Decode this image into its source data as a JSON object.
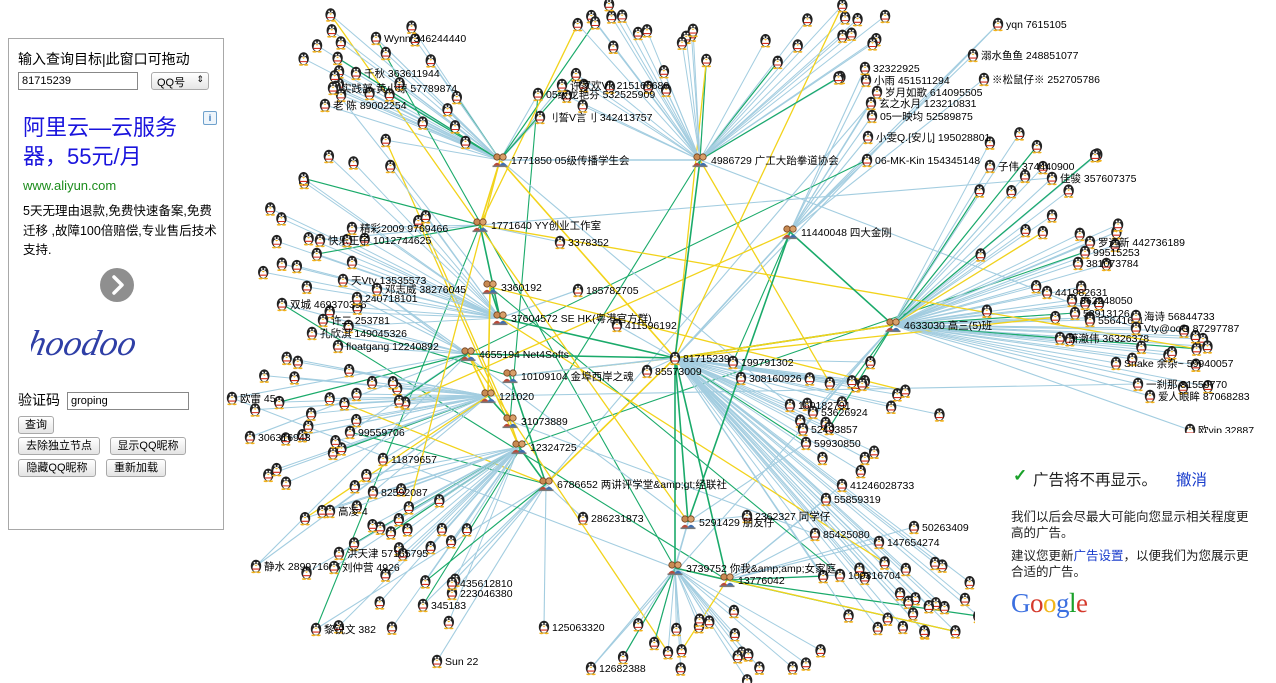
{
  "panel": {
    "title": "输入查询目标|此窗口可拖动",
    "qq_value": "81715239",
    "select_value": "QQ号",
    "captcha_label": "验证码",
    "captcha_value": "groping",
    "captcha_image_text": "hoodoo",
    "buttons": {
      "query": "查询",
      "remove_isolated": "去除独立节点",
      "show_nick": "显示QQ昵称",
      "hide_nick": "隐藏QQ昵称",
      "reload": "重新加载"
    }
  },
  "ad": {
    "title": "阿里云—云服务器，55元/月",
    "url": "www.aliyun.com",
    "description": "5天无理由退款,免费快速备案,免费迁移 ,故障100倍赔偿,专业售后技术支持."
  },
  "ad_closed": {
    "title": "广告将不再显示。",
    "undo": "撤消",
    "p1": "我们以后会尽最大可能向您显示相关程度更高的广告。",
    "p2_pre": "建议您更新",
    "p2_link": "广告设置",
    "p2_post": "，以便我们为您展示更合适的广告。",
    "google": "Google"
  },
  "graph": {
    "edge_colors": {
      "normal": "#a3cde0",
      "green": "#1aaa6a",
      "yellow": "#f2d31b"
    },
    "hubs": [
      {
        "label": "81715239"
      },
      {
        "label": "4986729 广工大跆拳道协会"
      },
      {
        "label": "1771850 05级传播学生会"
      },
      {
        "label": "4633030 高三(5)班"
      },
      {
        "label": "11440048 四大金刚"
      },
      {
        "label": "1771640 YY创业工作室"
      },
      {
        "label": "37604572 SE HK(粤港官方群)"
      },
      {
        "label": "4655194 Net4Softs"
      },
      {
        "label": "10109104 金埠西岸之魂"
      },
      {
        "label": "6786652 两讲评学堂&amp;gt;经联社"
      },
      {
        "label": "5291429 朋友仔"
      },
      {
        "label": "3739752 你我&amp;amp;女家庭"
      },
      {
        "label": "13776042"
      },
      {
        "label": "3360192"
      },
      {
        "label": "121020"
      },
      {
        "label": "31073889"
      },
      {
        "label": "12324725"
      }
    ],
    "people": [
      {
        "label": "yqn 7615105"
      },
      {
        "label": "※松鼠仔※ 252705786"
      },
      {
        "label": "溺水鱼鱼 248851077"
      },
      {
        "label": "05级龙艳芬 532525909"
      },
      {
        "label": "许家欢Vk 215166680"
      },
      {
        "label": "刂誓V言刂 342413757"
      },
      {
        "label": "实践部-黄小琼 57789874"
      },
      {
        "label": "老 陈 89002254"
      },
      {
        "label": "千秋 363611944"
      },
      {
        "label": "Wynn 346244440"
      },
      {
        "label": "岁月如歌 614095505"
      },
      {
        "label": "小雨 451511294"
      },
      {
        "label": "玄之水月 123210831"
      },
      {
        "label": "05一映均 52589875"
      },
      {
        "label": "小雯Q.[安儿] 195028801"
      },
      {
        "label": "06-MK-Kin 154345148"
      },
      {
        "label": "32322925"
      },
      {
        "label": "子伟 374440900"
      },
      {
        "label": "佳骏 357607375"
      },
      {
        "label": "362248050"
      },
      {
        "label": "441982631"
      },
      {
        "label": "53913126"
      },
      {
        "label": "55641611"
      },
      {
        "label": "海诗 56844733"
      },
      {
        "label": "Vty@ooO 87297787"
      },
      {
        "label": "萧澈伟 36326378"
      },
      {
        "label": "罗远新 442736189"
      },
      {
        "label": "99515253"
      },
      {
        "label": "381073784"
      },
      {
        "label": "Snake 余杂~ 59940057"
      },
      {
        "label": "一刹那 81559770"
      },
      {
        "label": "爱人眼眸 87068283"
      },
      {
        "label": "欧vip 32887"
      },
      {
        "label": "双城 469370396"
      },
      {
        "label": "240718101"
      },
      {
        "label": "天Vty 13535573"
      },
      {
        "label": "邓志威 38276045"
      },
      {
        "label": "快乐王子 1012744625"
      },
      {
        "label": "精彩2009 9769466"
      },
      {
        "label": "许二 253781"
      },
      {
        "label": "孔欣淇 149045326"
      },
      {
        "label": "floatgang 12240892"
      },
      {
        "label": "185782705"
      },
      {
        "label": "3378352"
      },
      {
        "label": "411596192"
      },
      {
        "label": "199791302"
      },
      {
        "label": "308160926"
      },
      {
        "label": "85573009"
      },
      {
        "label": "160182791"
      },
      {
        "label": "53626924"
      },
      {
        "label": "52493857"
      },
      {
        "label": "59930850"
      },
      {
        "label": "41246028733"
      },
      {
        "label": "55859319"
      },
      {
        "label": "85425080"
      },
      {
        "label": "147654274"
      },
      {
        "label": "50263409"
      },
      {
        "label": "109316704"
      },
      {
        "label": "2362327 同学仔"
      },
      {
        "label": "286231873"
      },
      {
        "label": "欧雷 45"
      },
      {
        "label": "306316943"
      },
      {
        "label": "11879657"
      },
      {
        "label": "99559706"
      },
      {
        "label": "82592087"
      },
      {
        "label": "高凌 4"
      },
      {
        "label": "静水 289971666"
      },
      {
        "label": "洪天津 57165795"
      },
      {
        "label": "刘仲营 4926"
      },
      {
        "label": "黎锐文 382"
      },
      {
        "label": "125063320"
      },
      {
        "label": "Sun 22"
      },
      {
        "label": "12682388"
      },
      {
        "label": "223046380"
      },
      {
        "label": "435612810"
      },
      {
        "label": "345183"
      }
    ]
  }
}
